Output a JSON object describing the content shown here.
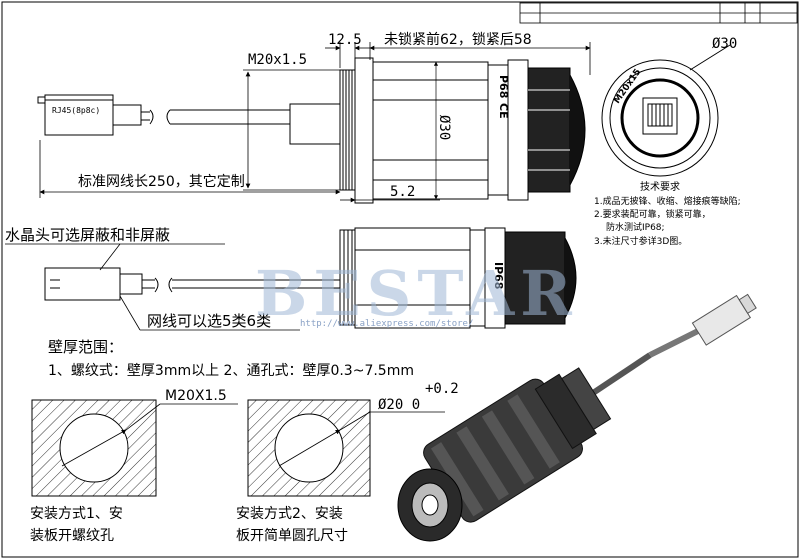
{
  "title_block": {
    "cell_1": "",
    "cell_2": "",
    "cell_3": "",
    "cell_4": ""
  },
  "dims": {
    "top_total": "未锁紧前62，锁紧后58",
    "flange": "12.5",
    "thread_top": "M20x1.5",
    "body_dia": "Ø30",
    "front_dia": "Ø30",
    "thread_len": "5.2",
    "cable_len": "标准网线长250，其它定制"
  },
  "labels": {
    "rj45_plug": "RJ45(8p8c)",
    "crystal": "水晶头可选屏蔽和非屏蔽",
    "cable_cat": "网线可以选5类6类",
    "front_thread": "M20x15",
    "mark_p68": "P68",
    "mark_ce": "CE",
    "mark_ip68": "IP68",
    "watermark": "BESTAR",
    "watermark_url": "http://www.aliexpress.com/store/"
  },
  "tech": {
    "heading": "技术要求",
    "items": [
      "1.成品无披锋、收缩、熔接痕等缺陷;",
      "2.要求装配可靠，锁紧可靠，",
      "防水测试IP68;",
      "3.未注尺寸参详3D图。"
    ]
  },
  "wall": {
    "heading": "壁厚范围：",
    "line": "1、螺纹式：壁厚3mm以上 2、通孔式：壁厚0.3~7.5mm",
    "tolerance_upper": "+0.2",
    "m1_thread": "M20X1.5",
    "m2_dia": "Ø20 0",
    "m1_text_1": "安装方式1、安",
    "m1_text_2": "装板开螺纹孔",
    "m2_text_1": "安装方式2、安装",
    "m2_text_2": "板开简单圆孔尺寸"
  }
}
